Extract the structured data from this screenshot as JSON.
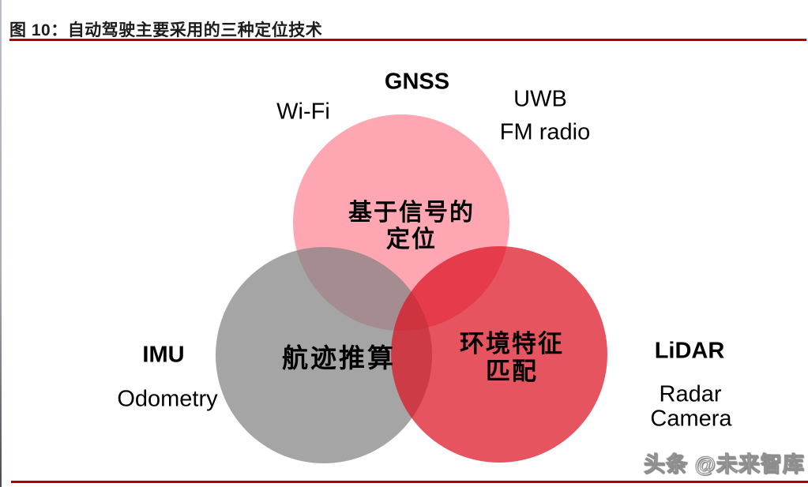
{
  "figure": {
    "title": "图 10：自动驾驶主要采用的三种定位技术",
    "watermark": "头条 @未来智库"
  },
  "colors": {
    "rule_red": "#ab0000",
    "signal_circle_rendered": "#FFA6B3",
    "dead_reckoning_circle_rendered": "#A5A5A5",
    "feature_circle_rendered": "#E6545F",
    "label_text": "#000000"
  },
  "venn": {
    "circles": [
      {
        "id": "signal-based-positioning",
        "label_lines": [
          "基于信号的",
          "定位"
        ]
      },
      {
        "id": "dead-reckoning",
        "label_lines": [
          "航迹推算"
        ]
      },
      {
        "id": "environmental-feature-matching",
        "label_lines": [
          "环境特征",
          "匹配"
        ]
      }
    ],
    "outside_labels": [
      {
        "text": "GNSS"
      },
      {
        "text": "Wi-Fi"
      },
      {
        "text": "UWB"
      },
      {
        "text": "FM radio"
      },
      {
        "text": "IMU"
      },
      {
        "text": "Odometry"
      },
      {
        "text": "LiDAR"
      },
      {
        "text": "Radar"
      },
      {
        "text": "Camera"
      }
    ]
  }
}
